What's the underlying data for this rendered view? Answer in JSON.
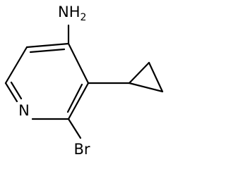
{
  "molecule": {
    "atoms": {
      "amine": {
        "main": "NH",
        "sub": "2"
      },
      "ring_nitrogen": "N",
      "bromine": "Br"
    }
  }
}
